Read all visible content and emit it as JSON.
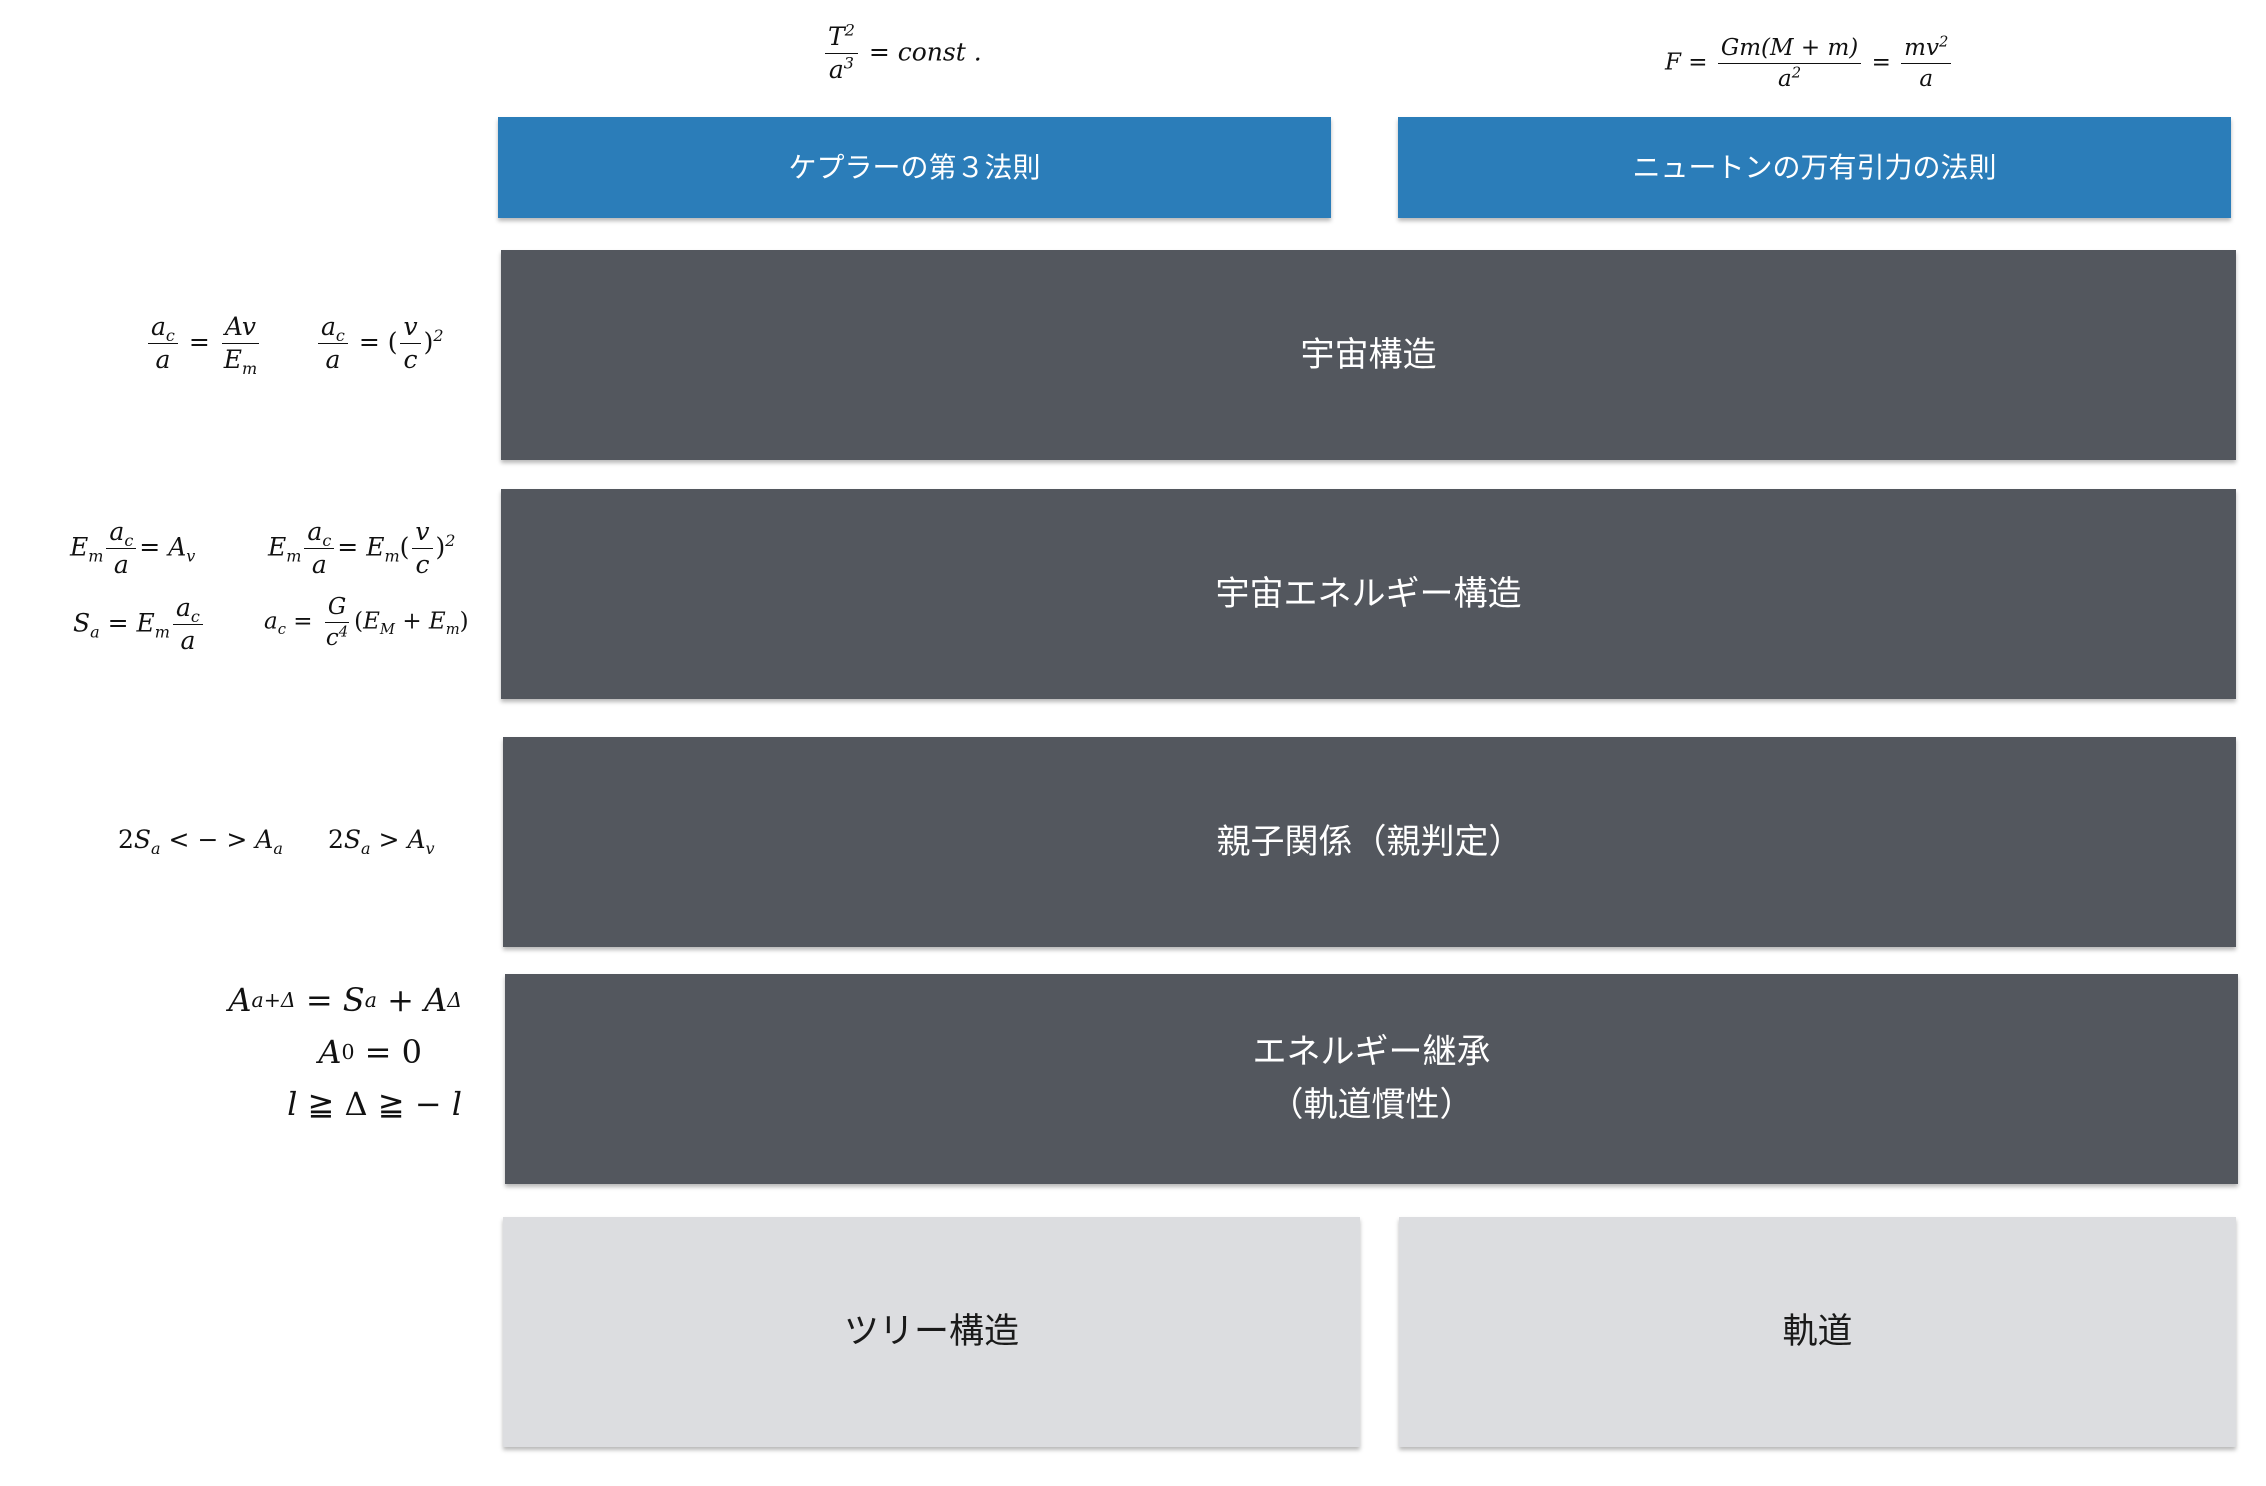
{
  "boxes": {
    "kepler": "ケプラーの第３法則",
    "newton": "ニュートンの万有引力の法則",
    "cosmic_structure": "宇宙構造",
    "cosmic_energy_structure": "宇宙エネルギー構造",
    "parent_child": "親子関係（親判定）",
    "energy_inheritance_line1": "エネルギー継承",
    "energy_inheritance_line2": "（軌道慣性）",
    "tree_structure": "ツリー構造",
    "orbit": "軌道"
  },
  "formulas": {
    "kepler": {
      "t_squared": "T",
      "t_exp": "2",
      "a_cubed": "a",
      "a_exp": "3",
      "rhs": "= const ."
    },
    "newton": {
      "lhs": "F =",
      "num": "Gm(M + m)",
      "den": "a",
      "den_exp": "2",
      "eq": "=",
      "num2": "mv",
      "num2_exp": "2",
      "den2": "a"
    },
    "cosmic": {
      "f1": "a_c / a = Av / E_m",
      "f2": "a_c / a = (v / c)^2"
    },
    "energy": {
      "f1": "E_m a_c / a = A_v",
      "f2": "E_m a_c / a = E_m (v / c)^2",
      "f3": "S_a = E_m a_c / a",
      "f4": "a_c = G / c^4 (E_M + E_m)"
    },
    "parent": {
      "f1": "2S_a < − > A_a",
      "f2": "2S_a > A_v"
    },
    "inheritance": {
      "f1": "A_{a+Δ} = S_a + A_Δ",
      "f2": "A_0 = 0",
      "f3": "l ≧ Δ ≧ − l"
    }
  },
  "colors": {
    "blue": "#2b7db9",
    "dark": "#53575e",
    "light": "#dcdde0"
  }
}
